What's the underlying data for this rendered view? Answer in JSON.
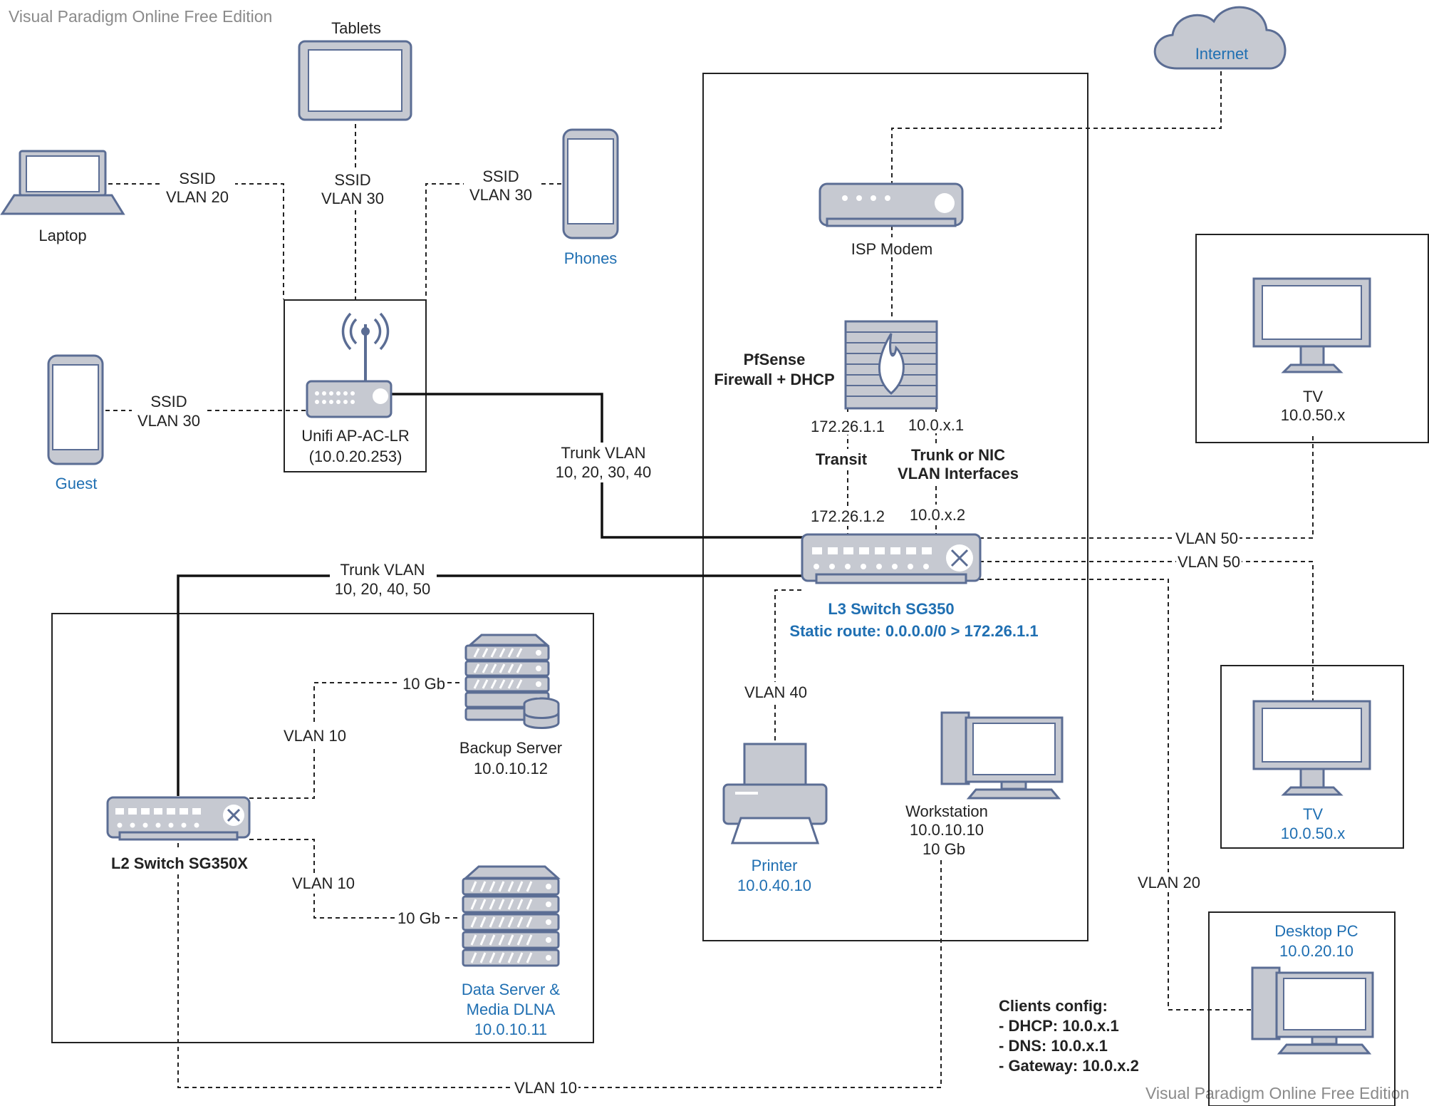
{
  "watermark_top": "Visual Paradigm Online Free Edition",
  "watermark_bottom": "Visual Paradigm Online Free Edition",
  "internet": "Internet",
  "tablets": "Tablets",
  "laptop": "Laptop",
  "phones": "Phones",
  "guest": "Guest",
  "ap": {
    "name": "Unifi AP-AC-LR",
    "ip": "(10.0.20.253)"
  },
  "links": {
    "laptop": [
      "SSID",
      "VLAN 20"
    ],
    "tablets": [
      "SSID",
      "VLAN 30"
    ],
    "phones": [
      "SSID",
      "VLAN 30"
    ],
    "guest": [
      "SSID",
      "VLAN 30"
    ],
    "ap_trunk": [
      "Trunk VLAN",
      "10, 20, 30, 40"
    ],
    "l2_trunk": [
      "Trunk VLAN",
      "10, 20, 40, 50"
    ],
    "tv1": "VLAN 50",
    "tv2": "VLAN 50",
    "desktop": "VLAN 20",
    "printer": "VLAN 40",
    "backup_vlan": "VLAN 10",
    "backup_speed": "10 Gb",
    "data_vlan": "VLAN 10",
    "data_speed": "10 Gb",
    "bottom": "VLAN 10"
  },
  "modem": "ISP Modem",
  "firewall": [
    "PfSense",
    "Firewall + DHCP"
  ],
  "transit": {
    "label": "Transit",
    "fw_ip": "172.26.1.1",
    "sw_ip": "172.26.1.2"
  },
  "trunk_nic": {
    "label": [
      "Trunk or NIC",
      "VLAN Interfaces"
    ],
    "fw_ip": "10.0.x.1",
    "sw_ip": "10.0.x.2"
  },
  "l3": {
    "name": "L3 Switch SG350",
    "route": "Static route: 0.0.0.0/0 > 172.26.1.1"
  },
  "printer": {
    "name": "Printer",
    "ip": "10.0.40.10"
  },
  "workstation": {
    "name": "Workstation",
    "ip": "10.0.10.10",
    "speed": "10 Gb"
  },
  "tv_top": {
    "name": "TV",
    "ip": "10.0.50.x"
  },
  "tv_mid": {
    "name": "TV",
    "ip": "10.0.50.x"
  },
  "desktop": {
    "name": "Desktop PC",
    "ip": "10.0.20.10"
  },
  "backup": {
    "name": "Backup Server",
    "ip": "10.0.10.12"
  },
  "data_server": {
    "name": [
      "Data Server &",
      "Media DLNA"
    ],
    "ip": "10.0.10.11"
  },
  "l2": "L2 Switch SG350X",
  "clients_config": [
    "Clients config:",
    "- DHCP: 10.0.x.1",
    "- DNS: 10.0.x.1",
    "- Gateway: 10.0.x.2"
  ]
}
